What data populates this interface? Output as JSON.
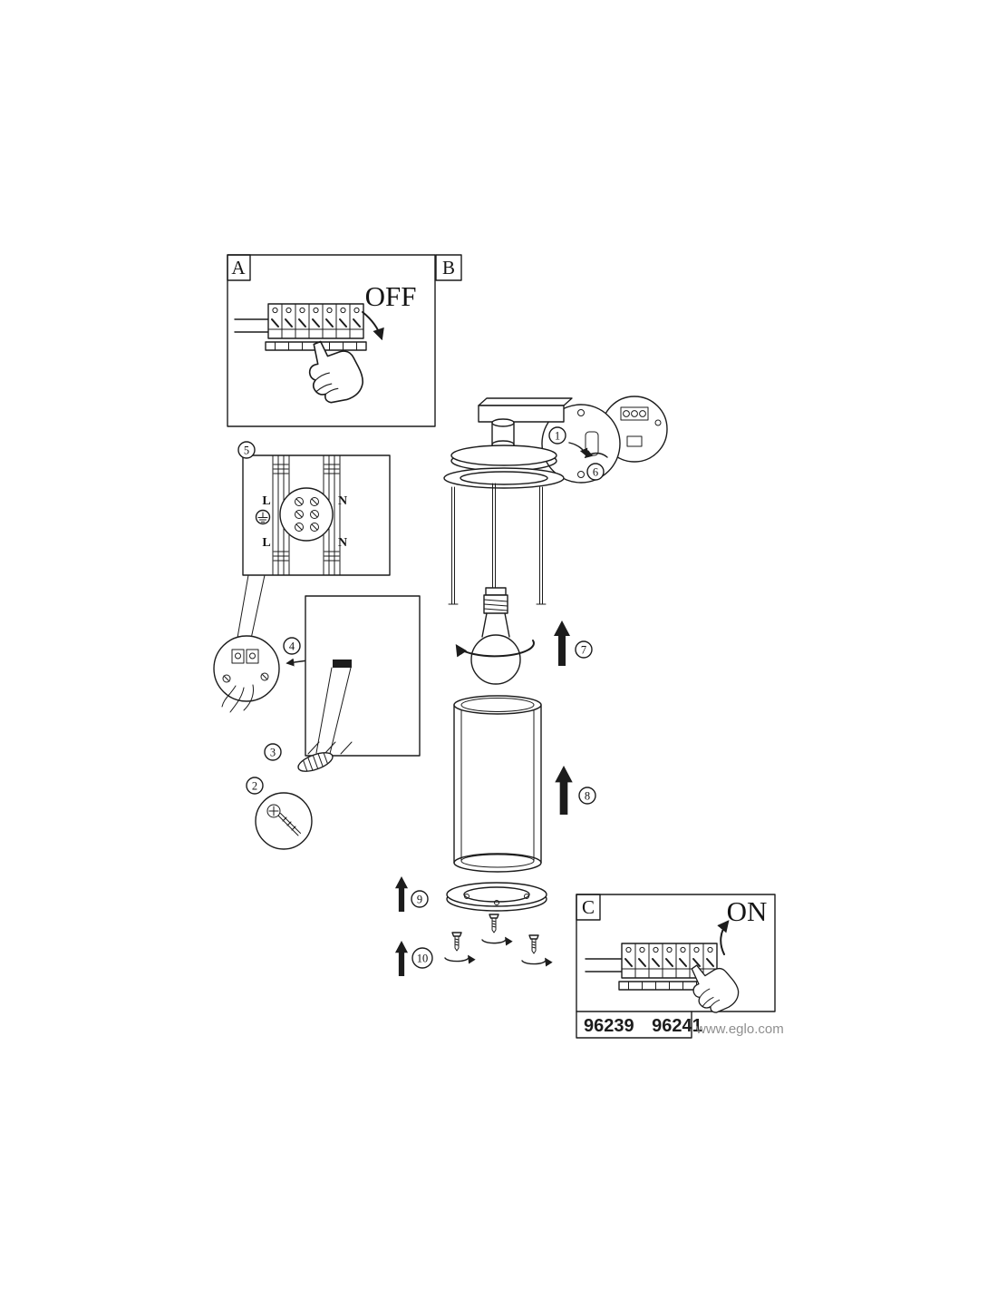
{
  "panel_a": {
    "label": "A",
    "state": "OFF"
  },
  "panel_b": {
    "label": "B"
  },
  "panel_c": {
    "label": "C",
    "state": "ON"
  },
  "terminal_block": {
    "top_left": "L",
    "top_right": "N",
    "bottom_left": "L",
    "bottom_right": "N"
  },
  "steps": {
    "s1": "1",
    "s2": "2",
    "s3": "3",
    "s4": "4",
    "s5": "5",
    "s6": "6",
    "s7": "7",
    "s8": "8",
    "s9": "9",
    "s10": "10"
  },
  "footer": {
    "models": "96239 96241",
    "website": "www.eglo.com"
  },
  "colors": {
    "ink": "#1c1c1c",
    "watermark": "#8f8f8f",
    "paper": "#ffffff"
  }
}
